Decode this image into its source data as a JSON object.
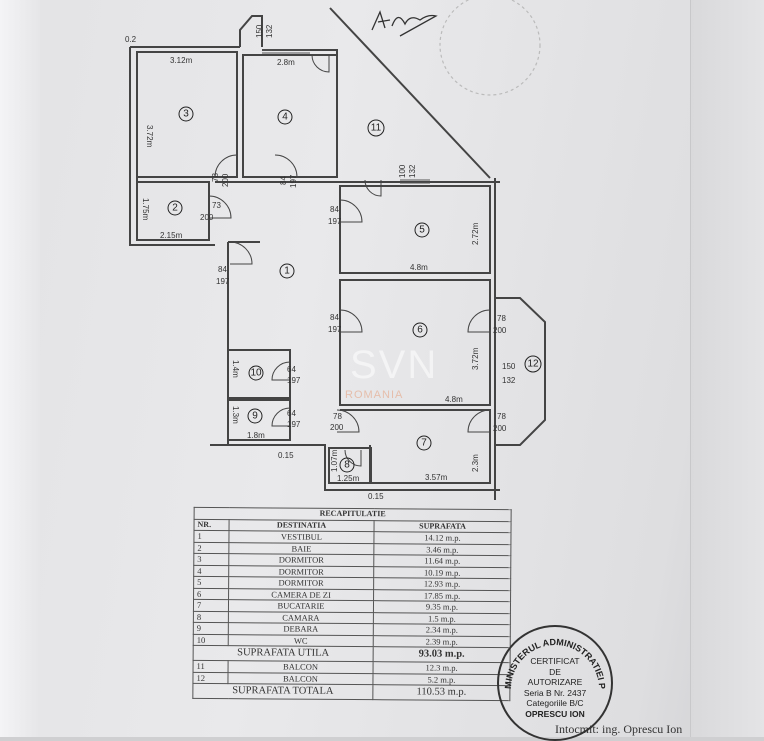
{
  "plan": {
    "rooms": [
      "1",
      "2",
      "3",
      "4",
      "5",
      "6",
      "7",
      "8",
      "9",
      "10",
      "11",
      "12"
    ],
    "dims": {
      "r3_w": "3.12m",
      "r3_h": "3.72m",
      "r4_w": "2.8m",
      "r2_h": "1.75m",
      "r2_w": "2.15m",
      "r5_w": "4.8m",
      "r5_h": "2.72m",
      "r6_w": "4.8m",
      "r6_h": "3.72m",
      "r7_w": "3.57m",
      "r7_h": "2.3m",
      "r8_w": "1.25m",
      "r8_h": "1.07m",
      "r9_w": "1.8m",
      "r9_h": "1.3m",
      "r10_h": "1.4m",
      "wall_02": "0.2",
      "wall_015": "0.15"
    },
    "openings": {
      "win_150_132": [
        "150",
        "132"
      ],
      "door_64_197": [
        "64",
        "197"
      ],
      "win_100_132": [
        "100",
        "132"
      ],
      "door_78_200": [
        "78",
        "200"
      ],
      "door_73_200": [
        "73",
        "200"
      ],
      "door_84_197": [
        "84",
        "197"
      ],
      "win_150_132_b": [
        "150",
        "132"
      ]
    }
  },
  "table": {
    "title": "RECAPITULATIE",
    "headers": [
      "NR.",
      "DESTINATIA",
      "SUPRAFATA"
    ],
    "rows": [
      [
        "1",
        "VESTIBUL",
        "14.12 m.p."
      ],
      [
        "2",
        "BAIE",
        "3.46 m.p."
      ],
      [
        "3",
        "DORMITOR",
        "11.64 m.p."
      ],
      [
        "4",
        "DORMITOR",
        "10.19 m.p."
      ],
      [
        "5",
        "DORMITOR",
        "12.93 m.p."
      ],
      [
        "6",
        "CAMERA DE ZI",
        "17.85 m.p."
      ],
      [
        "7",
        "BUCATARIE",
        "9.35 m.p."
      ],
      [
        "8",
        "CAMARA",
        "1.5 m.p."
      ],
      [
        "9",
        "DEBARA",
        "2.34 m.p."
      ],
      [
        "10",
        "WC",
        "2.39 m.p."
      ]
    ],
    "utile": [
      "SUPRAFATA UTILA",
      "93.03 m.p."
    ],
    "balcony_rows": [
      [
        "11",
        "BALCON",
        "12.3 m.p."
      ],
      [
        "12",
        "BALCON",
        "5.2 m.p."
      ]
    ],
    "total": [
      "SUPRAFATA TOTALA",
      "110.53 m.p."
    ]
  },
  "stamp": {
    "ring_text": "MINISTERUL ADMINISTRATIEI PUBLICE",
    "lines": [
      "CERTIFICAT",
      "DE",
      "AUTORIZARE",
      "Seria B Nr. 2437",
      "Categoriile B/C",
      "OPRESCU ION"
    ]
  },
  "footer_text": "Intocmit: ing. Oprescu Ion",
  "watermark": {
    "main": "SVN",
    "sub": "ROMANIA"
  }
}
